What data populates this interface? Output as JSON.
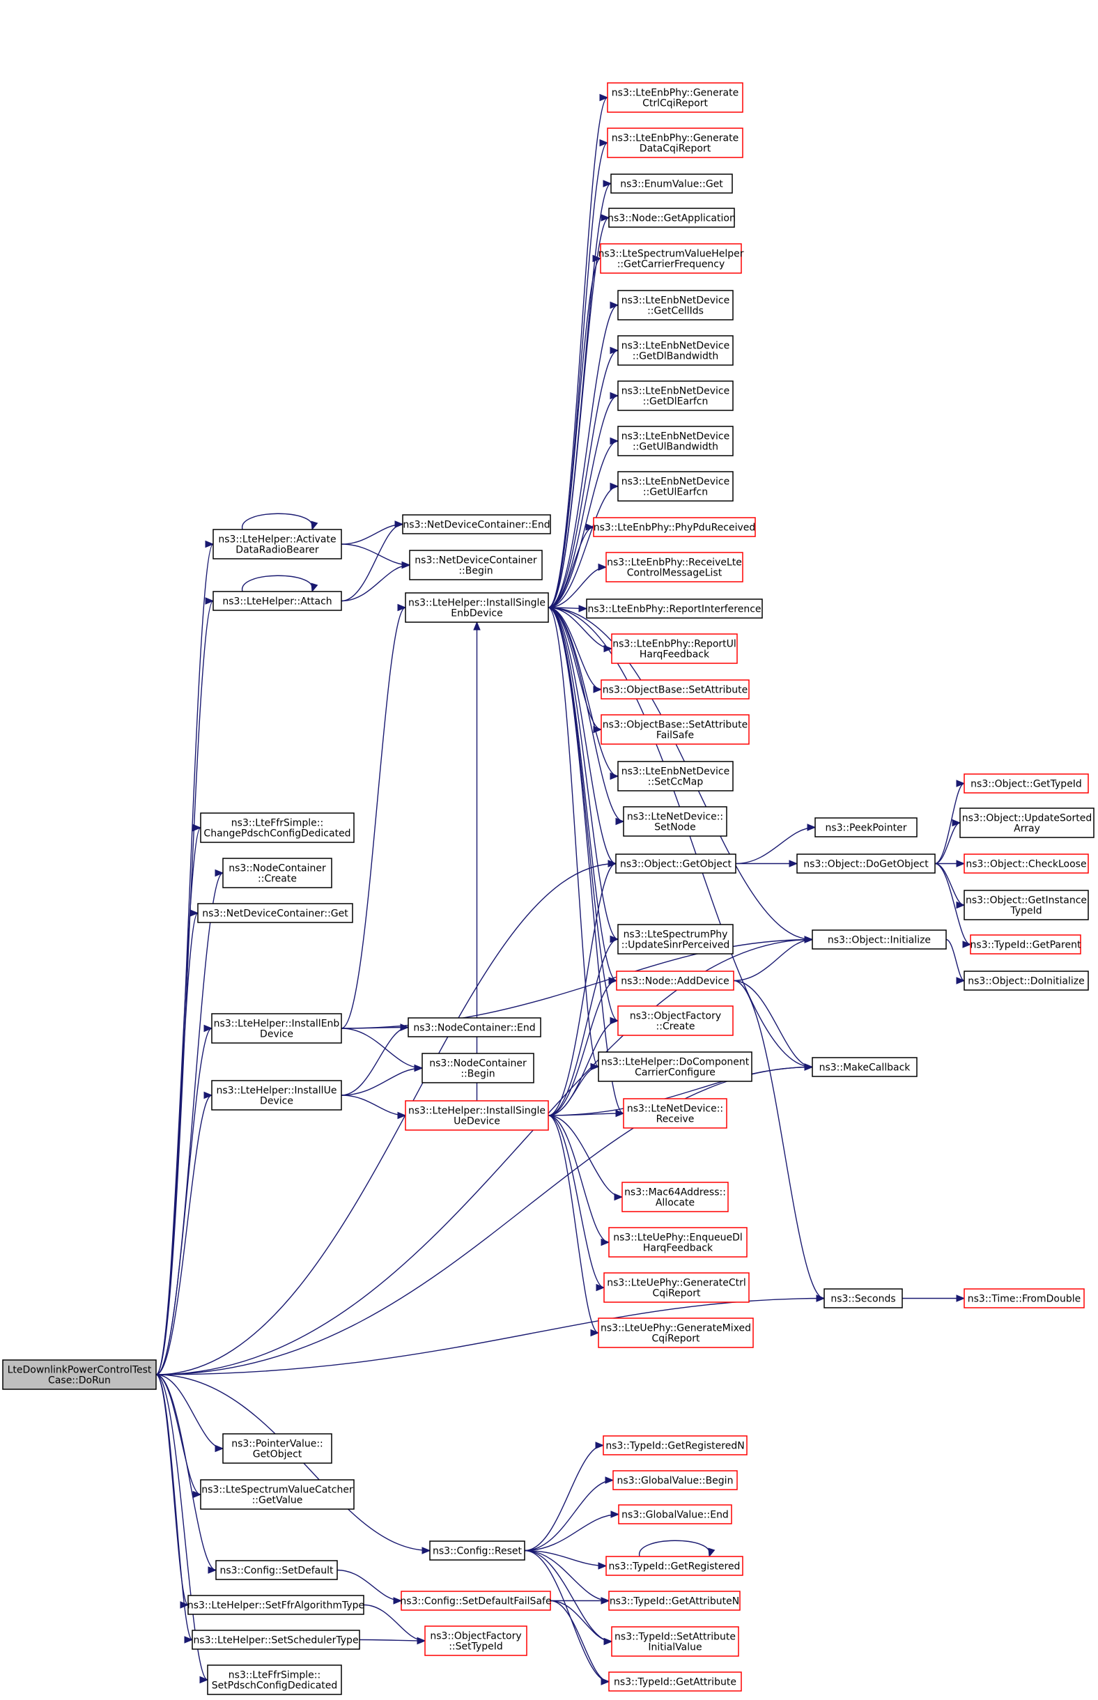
{
  "nodes": [
    {
      "id": "root",
      "lines": [
        "LteDownlinkPowerControlTest",
        "Case::DoRun"
      ],
      "style": "root"
    },
    {
      "id": "activate",
      "lines": [
        "ns3::LteHelper::Activate",
        "DataRadioBearer"
      ],
      "style": "normal"
    },
    {
      "id": "attach",
      "lines": [
        "ns3::LteHelper::Attach"
      ],
      "style": "normal"
    },
    {
      "id": "ndc_end",
      "lines": [
        "ns3::NetDeviceContainer::End"
      ],
      "style": "normal"
    },
    {
      "id": "ndc_begin",
      "lines": [
        "ns3::NetDeviceContainer",
        "::Begin"
      ],
      "style": "normal"
    },
    {
      "id": "install_enb_single",
      "lines": [
        "ns3::LteHelper::InstallSingle",
        "EnbDevice"
      ],
      "style": "normal"
    },
    {
      "id": "gen_ctrl",
      "lines": [
        "ns3::LteEnbPhy::Generate",
        "CtrlCqiReport"
      ],
      "style": "red"
    },
    {
      "id": "gen_data",
      "lines": [
        "ns3::LteEnbPhy::Generate",
        "DataCqiReport"
      ],
      "style": "red"
    },
    {
      "id": "enum_get",
      "lines": [
        "ns3::EnumValue::Get"
      ],
      "style": "normal"
    },
    {
      "id": "node_getapp",
      "lines": [
        "ns3::Node::GetApplication"
      ],
      "style": "normal"
    },
    {
      "id": "carrier_freq",
      "lines": [
        "ns3::LteSpectrumValueHelper",
        "::GetCarrierFrequency"
      ],
      "style": "red"
    },
    {
      "id": "getcellids",
      "lines": [
        "ns3::LteEnbNetDevice",
        "::GetCellIds"
      ],
      "style": "normal"
    },
    {
      "id": "getdlbw",
      "lines": [
        "ns3::LteEnbNetDevice",
        "::GetDlBandwidth"
      ],
      "style": "normal"
    },
    {
      "id": "getdlearfcn",
      "lines": [
        "ns3::LteEnbNetDevice",
        "::GetDlEarfcn"
      ],
      "style": "normal"
    },
    {
      "id": "getulbw",
      "lines": [
        "ns3::LteEnbNetDevice",
        "::GetUlBandwidth"
      ],
      "style": "normal"
    },
    {
      "id": "getulearfcn",
      "lines": [
        "ns3::LteEnbNetDevice",
        "::GetUlEarfcn"
      ],
      "style": "normal"
    },
    {
      "id": "phypdu",
      "lines": [
        "ns3::LteEnbPhy::PhyPduReceived"
      ],
      "style": "red"
    },
    {
      "id": "recvlte",
      "lines": [
        "ns3::LteEnbPhy::ReceiveLte",
        "ControlMessageList"
      ],
      "style": "red"
    },
    {
      "id": "reportinterf",
      "lines": [
        "ns3::LteEnbPhy::ReportInterference"
      ],
      "style": "normal"
    },
    {
      "id": "reportul",
      "lines": [
        "ns3::LteEnbPhy::ReportUl",
        "HarqFeedback"
      ],
      "style": "red"
    },
    {
      "id": "setattr",
      "lines": [
        "ns3::ObjectBase::SetAttribute"
      ],
      "style": "red"
    },
    {
      "id": "setattrfs",
      "lines": [
        "ns3::ObjectBase::SetAttribute",
        "FailSafe"
      ],
      "style": "red"
    },
    {
      "id": "setccmap",
      "lines": [
        "ns3::LteEnbNetDevice",
        "::SetCcMap"
      ],
      "style": "normal"
    },
    {
      "id": "setnode",
      "lines": [
        "ns3::LteNetDevice::",
        "SetNode"
      ],
      "style": "normal"
    },
    {
      "id": "getobject",
      "lines": [
        "ns3::Object::GetObject"
      ],
      "style": "normal"
    },
    {
      "id": "peekpointer",
      "lines": [
        "ns3::PeekPointer"
      ],
      "style": "normal"
    },
    {
      "id": "dogetobject",
      "lines": [
        "ns3::Object::DoGetObject"
      ],
      "style": "normal"
    },
    {
      "id": "gettypeid",
      "lines": [
        "ns3::Object::GetTypeId"
      ],
      "style": "red"
    },
    {
      "id": "updatesorted",
      "lines": [
        "ns3::Object::UpdateSorted",
        "Array"
      ],
      "style": "normal"
    },
    {
      "id": "checkloose",
      "lines": [
        "ns3::Object::CheckLoose"
      ],
      "style": "red"
    },
    {
      "id": "getinstancetypeid",
      "lines": [
        "ns3::Object::GetInstance",
        "TypeId"
      ],
      "style": "normal"
    },
    {
      "id": "getparent",
      "lines": [
        "ns3::TypeId::GetParent"
      ],
      "style": "red"
    },
    {
      "id": "initialize",
      "lines": [
        "ns3::Object::Initialize"
      ],
      "style": "normal"
    },
    {
      "id": "doinitialize",
      "lines": [
        "ns3::Object::DoInitialize"
      ],
      "style": "normal"
    },
    {
      "id": "updatesinr",
      "lines": [
        "ns3::LteSpectrumPhy",
        "::UpdateSinrPerceived"
      ],
      "style": "normal"
    },
    {
      "id": "adddevice",
      "lines": [
        "ns3::Node::AddDevice"
      ],
      "style": "red"
    },
    {
      "id": "objfactory_create",
      "lines": [
        "ns3::ObjectFactory",
        "::Create"
      ],
      "style": "red"
    },
    {
      "id": "docomponent",
      "lines": [
        "ns3::LteHelper::DoComponent",
        "CarrierConfigure"
      ],
      "style": "normal"
    },
    {
      "id": "makecallback",
      "lines": [
        "ns3::MakeCallback"
      ],
      "style": "normal"
    },
    {
      "id": "ltenet_receive",
      "lines": [
        "ns3::LteNetDevice::",
        "Receive"
      ],
      "style": "red"
    },
    {
      "id": "changepdsch",
      "lines": [
        "ns3::LteFfrSimple::",
        "ChangePdschConfigDedicated"
      ],
      "style": "normal"
    },
    {
      "id": "nc_create",
      "lines": [
        "ns3::NodeContainer",
        "::Create"
      ],
      "style": "normal"
    },
    {
      "id": "ndc_get",
      "lines": [
        "ns3::NetDeviceContainer::Get"
      ],
      "style": "normal"
    },
    {
      "id": "install_enb",
      "lines": [
        "ns3::LteHelper::InstallEnb",
        "Device"
      ],
      "style": "normal"
    },
    {
      "id": "nc_end",
      "lines": [
        "ns3::NodeContainer::End"
      ],
      "style": "normal"
    },
    {
      "id": "nc_begin",
      "lines": [
        "ns3::NodeContainer",
        "::Begin"
      ],
      "style": "normal"
    },
    {
      "id": "install_ue",
      "lines": [
        "ns3::LteHelper::InstallUe",
        "Device"
      ],
      "style": "normal"
    },
    {
      "id": "install_ue_single",
      "lines": [
        "ns3::LteHelper::InstallSingle",
        "UeDevice"
      ],
      "style": "red"
    },
    {
      "id": "mac64",
      "lines": [
        "ns3::Mac64Address::",
        "Allocate"
      ],
      "style": "red"
    },
    {
      "id": "enqueuedl",
      "lines": [
        "ns3::LteUePhy::EnqueueDl",
        "HarqFeedback"
      ],
      "style": "red"
    },
    {
      "id": "uegenctrl",
      "lines": [
        "ns3::LteUePhy::GenerateCtrl",
        "CqiReport"
      ],
      "style": "red"
    },
    {
      "id": "uegenmixed",
      "lines": [
        "ns3::LteUePhy::GenerateMixed",
        "CqiReport"
      ],
      "style": "red"
    },
    {
      "id": "seconds",
      "lines": [
        "ns3::Seconds"
      ],
      "style": "normal"
    },
    {
      "id": "fromdouble",
      "lines": [
        "ns3::Time::FromDouble"
      ],
      "style": "red"
    },
    {
      "id": "pv_getobject",
      "lines": [
        "ns3::PointerValue::",
        "GetObject"
      ],
      "style": "normal"
    },
    {
      "id": "svc_getvalue",
      "lines": [
        "ns3::LteSpectrumValueCatcher",
        "::GetValue"
      ],
      "style": "normal"
    },
    {
      "id": "config_reset",
      "lines": [
        "ns3::Config::Reset"
      ],
      "style": "normal"
    },
    {
      "id": "config_setdefault",
      "lines": [
        "ns3::Config::SetDefault"
      ],
      "style": "normal"
    },
    {
      "id": "setffr",
      "lines": [
        "ns3::LteHelper::SetFfrAlgorithmType"
      ],
      "style": "normal"
    },
    {
      "id": "setsched",
      "lines": [
        "ns3::LteHelper::SetSchedulerType"
      ],
      "style": "normal"
    },
    {
      "id": "setpdsch",
      "lines": [
        "ns3::LteFfrSimple::",
        "SetPdschConfigDedicated"
      ],
      "style": "normal"
    },
    {
      "id": "getregn",
      "lines": [
        "ns3::TypeId::GetRegisteredN"
      ],
      "style": "red"
    },
    {
      "id": "gv_begin",
      "lines": [
        "ns3::GlobalValue::Begin"
      ],
      "style": "red"
    },
    {
      "id": "gv_end",
      "lines": [
        "ns3::GlobalValue::End"
      ],
      "style": "red"
    },
    {
      "id": "getregistered",
      "lines": [
        "ns3::TypeId::GetRegistered"
      ],
      "style": "red"
    },
    {
      "id": "setdefaultfs",
      "lines": [
        "ns3::Config::SetDefaultFailSafe"
      ],
      "style": "red"
    },
    {
      "id": "getattrn",
      "lines": [
        "ns3::TypeId::GetAttributeN"
      ],
      "style": "red"
    },
    {
      "id": "of_settypeid",
      "lines": [
        "ns3::ObjectFactory",
        "::SetTypeId"
      ],
      "style": "red"
    },
    {
      "id": "setattrinit",
      "lines": [
        "ns3::TypeId::SetAttribute",
        "InitialValue"
      ],
      "style": "red"
    },
    {
      "id": "getattribute",
      "lines": [
        "ns3::TypeId::GetAttribute"
      ],
      "style": "red"
    }
  ],
  "edges": [
    [
      "root",
      "activate"
    ],
    [
      "root",
      "attach"
    ],
    [
      "root",
      "changepdsch"
    ],
    [
      "root",
      "nc_create"
    ],
    [
      "root",
      "ndc_get"
    ],
    [
      "root",
      "install_enb"
    ],
    [
      "root",
      "install_ue"
    ],
    [
      "root",
      "getobject"
    ],
    [
      "root",
      "initialize"
    ],
    [
      "root",
      "makecallback"
    ],
    [
      "root",
      "seconds"
    ],
    [
      "root",
      "pv_getobject"
    ],
    [
      "root",
      "svc_getvalue"
    ],
    [
      "root",
      "config_reset"
    ],
    [
      "root",
      "config_setdefault"
    ],
    [
      "root",
      "setffr"
    ],
    [
      "root",
      "setsched"
    ],
    [
      "root",
      "setpdsch"
    ],
    [
      "activate",
      "activate"
    ],
    [
      "activate",
      "ndc_end"
    ],
    [
      "activate",
      "ndc_begin"
    ],
    [
      "attach",
      "attach"
    ],
    [
      "attach",
      "ndc_end"
    ],
    [
      "attach",
      "ndc_begin"
    ],
    [
      "install_enb",
      "install_enb_single"
    ],
    [
      "install_enb",
      "nc_end"
    ],
    [
      "install_enb",
      "nc_begin"
    ],
    [
      "install_enb",
      "initialize"
    ],
    [
      "install_ue",
      "install_ue_single"
    ],
    [
      "install_ue",
      "nc_end"
    ],
    [
      "install_ue",
      "nc_begin"
    ],
    [
      "install_enb_single",
      "gen_ctrl"
    ],
    [
      "install_enb_single",
      "gen_data"
    ],
    [
      "install_enb_single",
      "enum_get"
    ],
    [
      "install_enb_single",
      "node_getapp"
    ],
    [
      "install_enb_single",
      "carrier_freq"
    ],
    [
      "install_enb_single",
      "getcellids"
    ],
    [
      "install_enb_single",
      "getdlbw"
    ],
    [
      "install_enb_single",
      "getdlearfcn"
    ],
    [
      "install_enb_single",
      "getulbw"
    ],
    [
      "install_enb_single",
      "getulearfcn"
    ],
    [
      "install_enb_single",
      "phypdu"
    ],
    [
      "install_enb_single",
      "recvlte"
    ],
    [
      "install_enb_single",
      "reportinterf"
    ],
    [
      "install_enb_single",
      "reportul"
    ],
    [
      "install_enb_single",
      "setattr"
    ],
    [
      "install_enb_single",
      "setattrfs"
    ],
    [
      "install_enb_single",
      "setccmap"
    ],
    [
      "install_enb_single",
      "setnode"
    ],
    [
      "install_enb_single",
      "getobject"
    ],
    [
      "install_enb_single",
      "updatesinr"
    ],
    [
      "install_enb_single",
      "adddevice"
    ],
    [
      "install_enb_single",
      "objfactory_create"
    ],
    [
      "install_enb_single",
      "docomponent"
    ],
    [
      "install_enb_single",
      "ltenet_receive"
    ],
    [
      "install_enb_single",
      "initialize"
    ],
    [
      "install_enb_single",
      "makecallback"
    ],
    [
      "install_ue_single",
      "install_enb_single"
    ],
    [
      "install_ue_single",
      "getobject"
    ],
    [
      "install_ue_single",
      "updatesinr"
    ],
    [
      "install_ue_single",
      "adddevice"
    ],
    [
      "install_ue_single",
      "objfactory_create"
    ],
    [
      "install_ue_single",
      "docomponent"
    ],
    [
      "install_ue_single",
      "ltenet_receive"
    ],
    [
      "install_ue_single",
      "makecallback"
    ],
    [
      "install_ue_single",
      "mac64"
    ],
    [
      "install_ue_single",
      "enqueuedl"
    ],
    [
      "install_ue_single",
      "uegenctrl"
    ],
    [
      "install_ue_single",
      "uegenmixed"
    ],
    [
      "getobject",
      "peekpointer"
    ],
    [
      "getobject",
      "dogetobject"
    ],
    [
      "dogetobject",
      "gettypeid"
    ],
    [
      "dogetobject",
      "updatesorted"
    ],
    [
      "dogetobject",
      "checkloose"
    ],
    [
      "dogetobject",
      "getinstancetypeid"
    ],
    [
      "dogetobject",
      "getparent"
    ],
    [
      "initialize",
      "doinitialize"
    ],
    [
      "adddevice",
      "initialize"
    ],
    [
      "adddevice",
      "makecallback"
    ],
    [
      "adddevice",
      "seconds"
    ],
    [
      "seconds",
      "fromdouble"
    ],
    [
      "config_reset",
      "getregn"
    ],
    [
      "config_reset",
      "gv_begin"
    ],
    [
      "config_reset",
      "gv_end"
    ],
    [
      "config_reset",
      "getregistered"
    ],
    [
      "config_reset",
      "getattrn"
    ],
    [
      "config_reset",
      "setattrinit"
    ],
    [
      "config_reset",
      "getattribute"
    ],
    [
      "getregistered",
      "getregistered"
    ],
    [
      "config_setdefault",
      "setdefaultfs"
    ],
    [
      "setdefaultfs",
      "getattrn"
    ],
    [
      "setdefaultfs",
      "getattribute"
    ],
    [
      "setdefaultfs",
      "setattrinit"
    ],
    [
      "setffr",
      "of_settypeid"
    ],
    [
      "setsched",
      "of_settypeid"
    ]
  ]
}
